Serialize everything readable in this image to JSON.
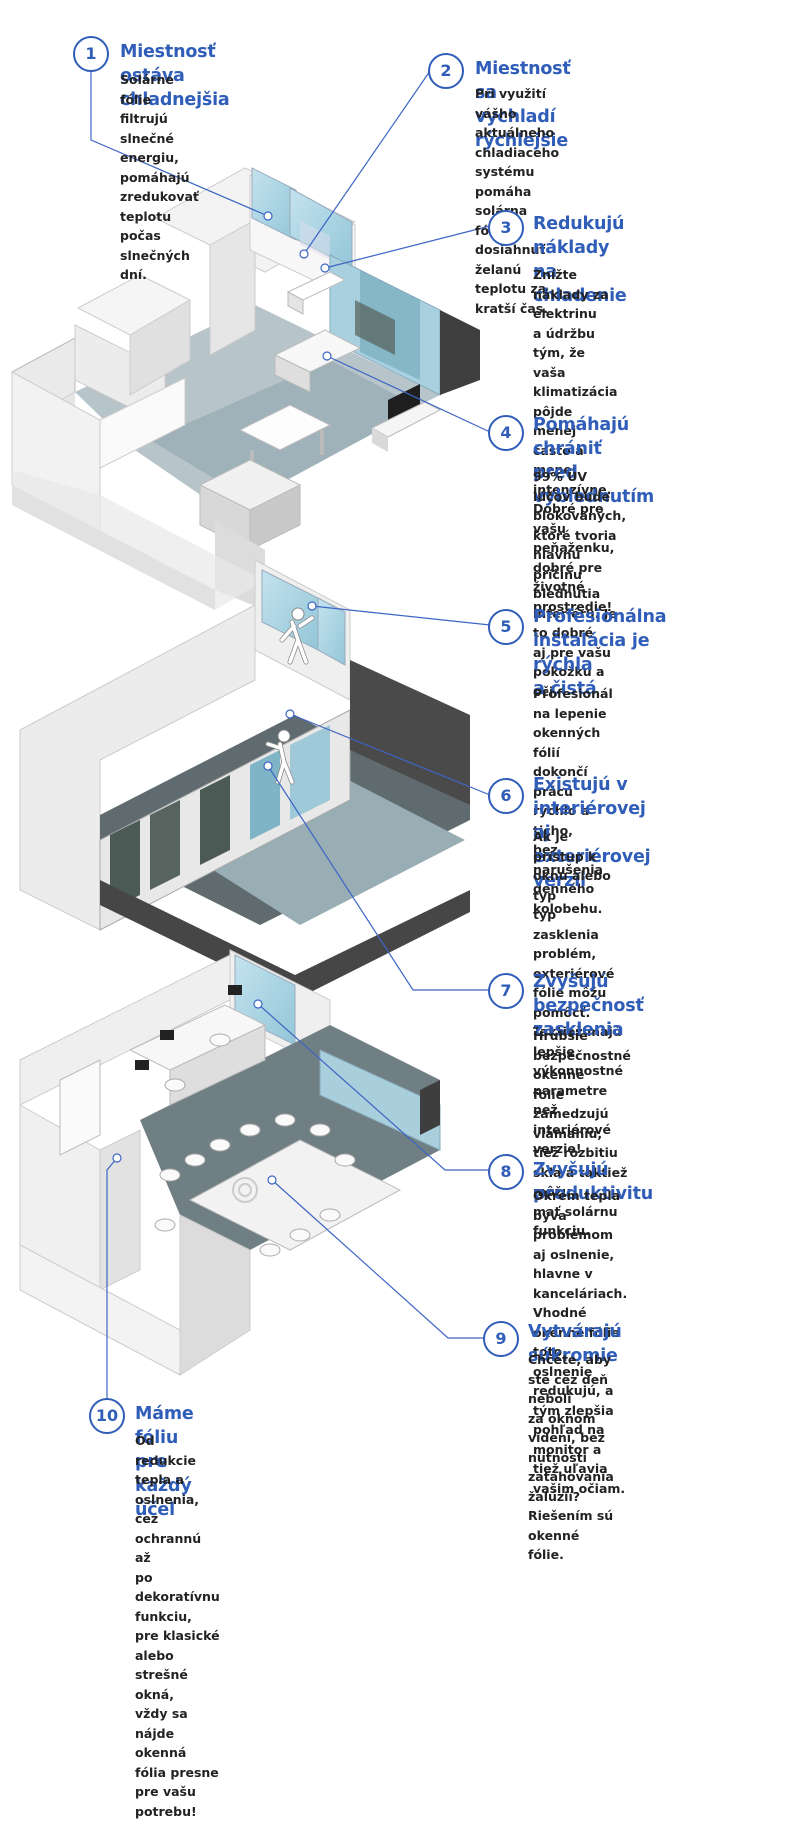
{
  "callouts": [
    {
      "num": "1",
      "title": "Miestnosť ostáva chladnejšia",
      "body": "Solárne fólie filtrujú slnečné energiu,\npomáhajú zredukovať teplotu počas\nslnečných dní."
    },
    {
      "num": "2",
      "title": "Miestnosť sa vychladí rýchlejšie",
      "body": "Pri využití vášho aktuálneho chladiaceho\nsystému pomáha solárna fólia dosiahnuť\nželanú teplotu za kratší čas."
    },
    {
      "num": "3",
      "title": "Redukujú náklady\nna chladenie",
      "body": "Znížte náklady za elektrinu\na údržbu tým, že vaša klimatizácia\npôjde menej často a menej\nintenzívne. Dobré pre vašu\npeňaženku, dobré pre životné\nprostredie!"
    },
    {
      "num": "4",
      "title": "Pomáhajú chrániť\npred vyblednutím",
      "body": "99% UV lúčov bude blokovaných,\nktoré tvoria hlavnú príčinu\nblednutia interiéru. Je to dobré\naj pre vašu pokožku a oči."
    },
    {
      "num": "5",
      "title": "Profesionálna\ninštalácia je rýchla\na čistá",
      "body": "Profesionál na lepenie okenných\nfólií dokončí prácu rýchlo a ticho,\nbez narušenia denného kolobehu."
    },
    {
      "num": "6",
      "title": "Existujú v interiérovej\naj exteriérovej verzii",
      "body": "Ak je prístup k oknu alebo typ\ntyp zasklenia problém,\nexteriérové fólie môžu pomôcť.\nTaktiež majú lepšie výkonnostné\nparametre než interiérové verzie!"
    },
    {
      "num": "7",
      "title": "Zvyšujú bezpečnosť\nzasklenia",
      "body": "Hrubšie bezpečnostné okenné\nfólie zamedzujú vlámaniu,\ntiež rozbitiu skla a taktiež môžu\nmať solárnu funkciu."
    },
    {
      "num": "8",
      "title": "Zvyšujú produktivitu",
      "body": "Okrem tepla býva problémom\naj oslnenie, hlavne v kanceláriach.\nVhodné okenné fólie toto\noslnenie redukujú, a tým zlepšia\npohľad na monitor a tiež uľavia\nvašim očiam."
    },
    {
      "num": "9",
      "title": "Vytvárajú súkromie",
      "body": "Chcete, aby ste cez deň neboli\nza oknom videní, bez nutnosti\nzaťahovania žalúzií?\nRiešením sú okenné fólie."
    },
    {
      "num": "10",
      "title": "Máme fóliu pre každý účel",
      "body": "Od redukcie tepla a oslnenia, cez ochrannú až\npo dekoratívnu funkciu, pre klasické alebo strešné okná,\nvždy sa nájde okenná fólia presne pre vašu potrebu!"
    }
  ],
  "colors": {
    "accent": "#2f5db8",
    "glass": "#a9d3e2",
    "wall": "#d9d9d9",
    "floor": "#9fb6bd",
    "dark_floor": "#6e7d82",
    "dark_wall": "#5c5c5c"
  }
}
